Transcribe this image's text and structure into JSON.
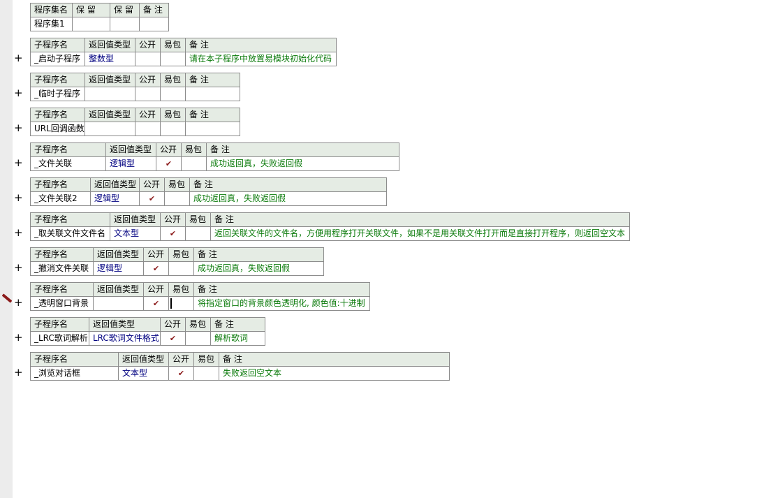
{
  "assembly": {
    "headers": [
      "程序集名",
      "保 留",
      "保 留",
      "备 注"
    ],
    "row": [
      "程序集1",
      "",
      "",
      ""
    ]
  },
  "sub_headers": [
    "子程序名",
    "返回值类型",
    "公开",
    "易包",
    "备 注"
  ],
  "expand_icon": "+",
  "check_icon": "✔",
  "subs": [
    {
      "name": "_启动子程序",
      "type": "整数型",
      "public": false,
      "epkg": false,
      "note": "请在本子程序中放置易模块初始化代码"
    },
    {
      "name": "_临时子程序",
      "type": "",
      "public": false,
      "epkg": false,
      "note": ""
    },
    {
      "name": "URL回调函数",
      "type": "",
      "public": false,
      "epkg": false,
      "note": ""
    },
    {
      "name": "_文件关联",
      "type": "逻辑型",
      "public": true,
      "epkg": false,
      "note": "成功返回真，失败返回假"
    },
    {
      "name": "_文件关联2",
      "type": "逻辑型",
      "public": true,
      "epkg": false,
      "note": "成功返回真，失败返回假"
    },
    {
      "name": "_取关联文件文件名",
      "type": "文本型",
      "public": true,
      "epkg": false,
      "note": "返回关联文件的文件名，方便用程序打开关联文件，如果不是用关联文件打开而是直接打开程序，则返回空文本"
    },
    {
      "name": "_撤消文件关联",
      "type": "逻辑型",
      "public": true,
      "epkg": false,
      "note": "成功返回真，失败返回假"
    },
    {
      "name": "_透明窗口背景",
      "type": "",
      "public": true,
      "epkg": false,
      "note": "将指定窗口的背景颜色透明化, 颜色值:十进制",
      "editing": true
    },
    {
      "name": "_LRC歌词解析",
      "type": "LRC歌词文件格式",
      "public": true,
      "epkg": false,
      "note": "解析歌词"
    },
    {
      "name": "_浏览对话框",
      "type": "文本型",
      "public": true,
      "epkg": false,
      "note": "失败返回空文本"
    }
  ],
  "colors": {
    "header_bg": "#e5ece4",
    "type_text": "#000080",
    "note_text": "#0a7a0a",
    "check": "#8b1a1a"
  }
}
